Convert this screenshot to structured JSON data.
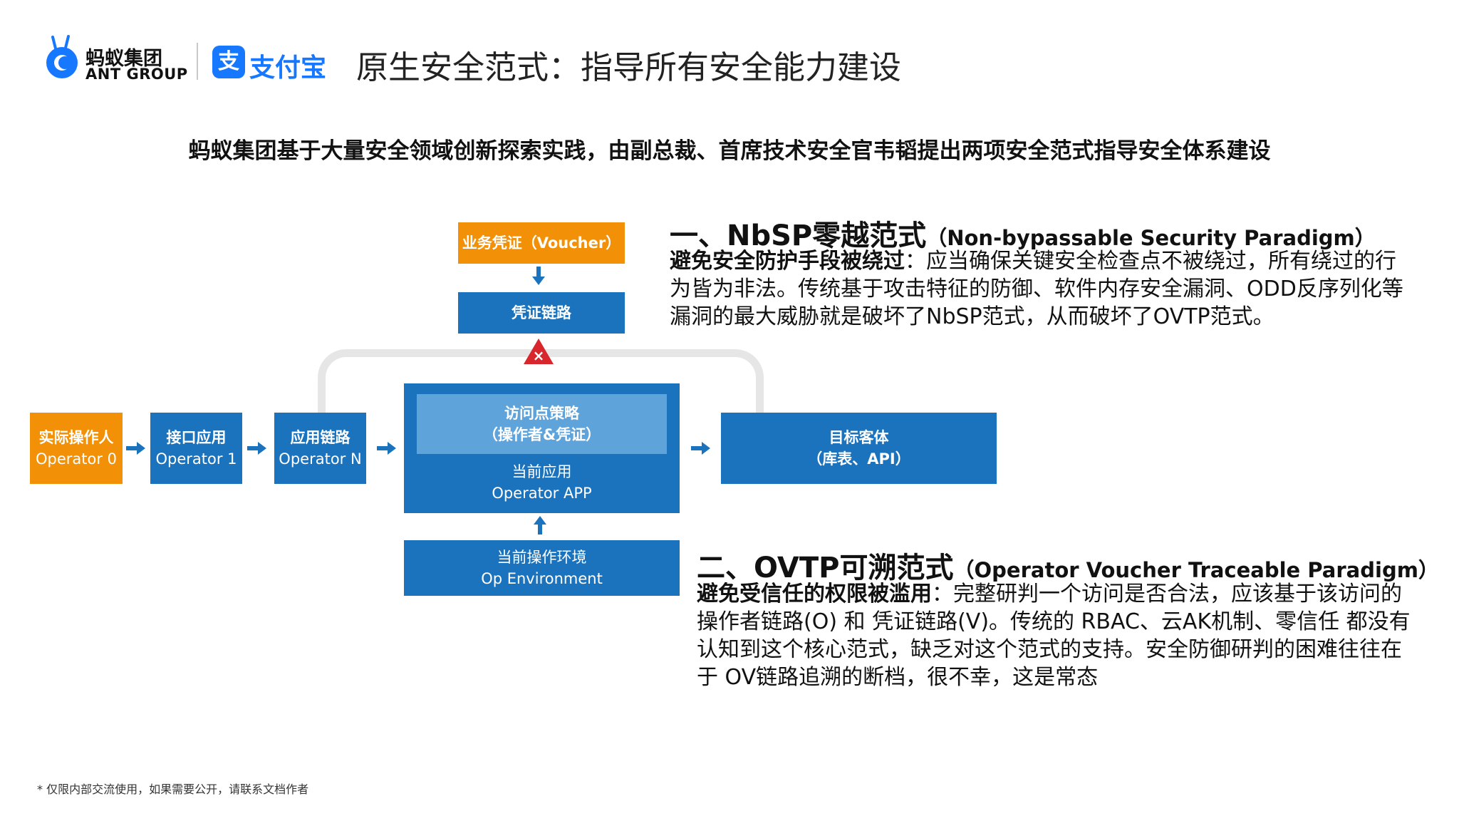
{
  "header": {
    "logo_cn": "蚂蚁集团",
    "logo_en": "ANT GROUP",
    "alipay_icon_glyph": "支",
    "alipay_text": "支付宝",
    "title": "原生安全范式：指导所有安全能力建设"
  },
  "subtitle": "蚂蚁集团基于大量安全领域创新探索实践，由副总裁、首席技术安全官韦韬提出两项安全范式指导安全体系建设",
  "diagram": {
    "voucher": "业务凭证（Voucher）",
    "voucher_chain": "凭证链路",
    "operator0": {
      "l1": "实际操作人",
      "l2": "Operator 0"
    },
    "operator1": {
      "l1": "接口应用",
      "l2": "Operator 1"
    },
    "operatorN": {
      "l1": "应用链路",
      "l2": "Operator N"
    },
    "access_policy": {
      "l1": "访问点策略",
      "l2": "（操作者&凭证）"
    },
    "current_app": {
      "l1": "当前应用",
      "l2": "Operator APP"
    },
    "environment": {
      "l1": "当前操作环境",
      "l2": "Op Environment"
    },
    "target": {
      "l1": "目标客体",
      "l2": "（库表、API）"
    },
    "warning_glyph": "×"
  },
  "section1": {
    "heading": "一、NbSP零越范式",
    "heading_en": "（Non-bypassable Security Paradigm）",
    "lead": "避免安全防护手段被绕过",
    "line1_rest": "：应当确保关键安全检查点不被绕过，所有绕过的行",
    "line2": "为皆为非法。传统基于攻击特征的防御、软件内存安全漏洞、ODD反序列化等",
    "line3": "漏洞的最大威胁就是破坏了NbSP范式，从而破坏了OVTP范式。"
  },
  "section2": {
    "heading": "二、OVTP可溯范式",
    "heading_en": "（Operator Voucher Traceable Paradigm）",
    "lead": "避免受信任的权限被滥用",
    "line1_rest": "：完整研判一个访问是否合法，应该基于该访问的",
    "line2": "操作者链路(O) 和 凭证链路(V)。传统的 RBAC、云AK机制、零信任 都没有",
    "line3": "认知到这个核心范式，缺乏对这个范式的支持。安全防御研判的困难往往在",
    "line4": "于 OV链路追溯的断档，很不幸，这是常态"
  },
  "footnote": "* 仅限内部交流使用，如果需要公开，请联系文档作者",
  "colors": {
    "orange": "#f29107",
    "blue": "#1b73be",
    "light_blue": "#5fa3db",
    "alipay_blue": "#1677ff",
    "warning_red": "#d9262d"
  }
}
